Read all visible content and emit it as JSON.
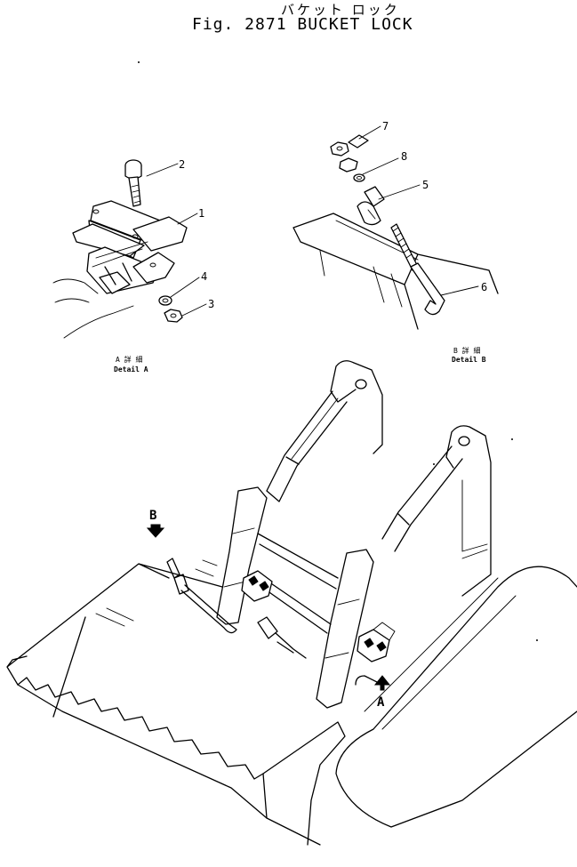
{
  "figure": {
    "title_jp": "バケット ロック",
    "title_en": "Fig. 2871  BUCKET LOCK"
  },
  "callouts": {
    "c1": "1",
    "c2": "2",
    "c3": "3",
    "c4": "4",
    "c5": "5",
    "c6": "6",
    "c7": "7",
    "c8": "8"
  },
  "detail_a": {
    "label_jp": "A 詳 細",
    "label_en": "Detail  A"
  },
  "detail_b": {
    "label_jp": "B 詳 細",
    "label_en": "Detail  B"
  },
  "view_markers": {
    "a": "A",
    "b": "B"
  }
}
